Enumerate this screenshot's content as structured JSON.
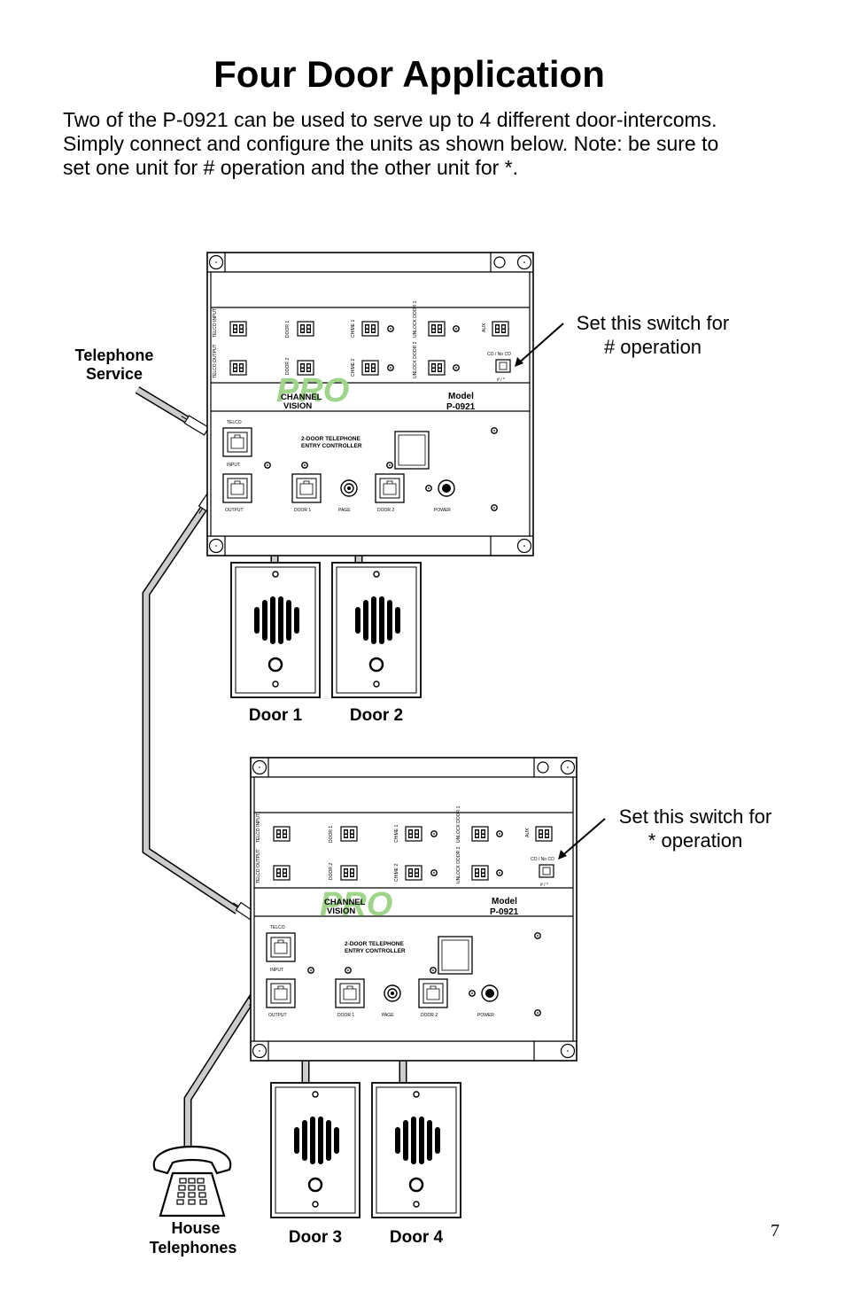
{
  "title": "Four Door Application",
  "intro_lines": [
    "Two of the P-0921 can be used to serve up to 4 different door-intercoms.",
    "Simply connect and configure the units as shown below.  Note: be sure to",
    "set one unit for # operation and the other unit for *."
  ],
  "labels": {
    "telephone_service": [
      "Telephone",
      "Service"
    ],
    "house_telephones": [
      "House",
      "Telephones"
    ],
    "door1": "Door 1",
    "door2": "Door 2",
    "door3": "Door 3",
    "door4": "Door 4",
    "callout_hash": [
      "Set this switch for",
      "# operation"
    ],
    "callout_star": [
      "Set this switch for",
      "* operation"
    ]
  },
  "controller": {
    "brand_line1": "CHANNEL",
    "brand_line2": "VISION",
    "model_label": "Model",
    "model_number": "P-0921",
    "name_line1": "2-DOOR TELEPHONE",
    "name_line2": "ENTRY CONTROLLER",
    "terminals_top": [
      "TELCO INPUT",
      "DOOR 1",
      "CHIME 1",
      "UNLOCK DOOR 1",
      "AUX"
    ],
    "terminals_bottom": [
      "TELCO OUTPUT",
      "DOOR 2",
      "CHIME 2",
      "UNLOCK DOOR 2"
    ],
    "switch_label": "CO / No CO",
    "switch_sub": "# / *",
    "ports": {
      "telco": "TELCO",
      "input": "INPUT",
      "output": "OUTPUT",
      "door1": "DOOR 1",
      "page": "PAGE",
      "door2": "DOOR 2",
      "power": "POWER"
    }
  },
  "page_number": "7"
}
